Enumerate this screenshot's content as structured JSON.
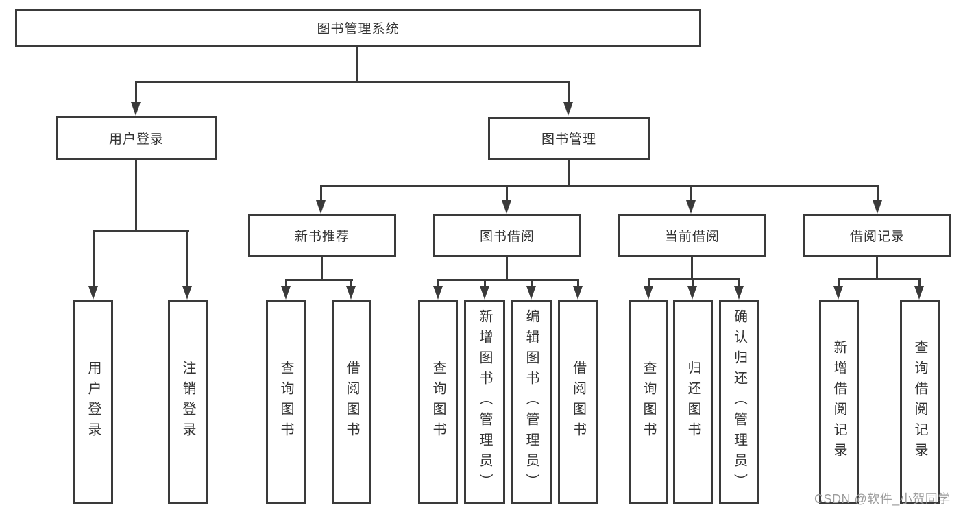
{
  "tree": {
    "root": "图书管理系统",
    "level2": [
      "用户登录",
      "图书管理"
    ],
    "level3": [
      "新书推荐",
      "图书借阅",
      "当前借阅",
      "借阅记录"
    ],
    "leaves_user_login": [
      "用户登录",
      "注销登录"
    ],
    "leaves_new_book": [
      "查询图书",
      "借阅图书"
    ],
    "leaves_book_borrow": [
      "查询图书",
      "新增图书（管理员）",
      "编辑图书（管理员）",
      "借阅图书"
    ],
    "leaves_current_borrow": [
      "查询图书",
      "归还图书",
      "确认归还（管理员）"
    ],
    "leaves_borrow_records": [
      "新增借阅记录",
      "查询借阅记录"
    ]
  },
  "watermark": "CSDN @软件_小贺同学",
  "colors": {
    "line": "#3a3a3a",
    "text": "#333333",
    "watermark": "#9c9c9c",
    "background": "#ffffff"
  }
}
